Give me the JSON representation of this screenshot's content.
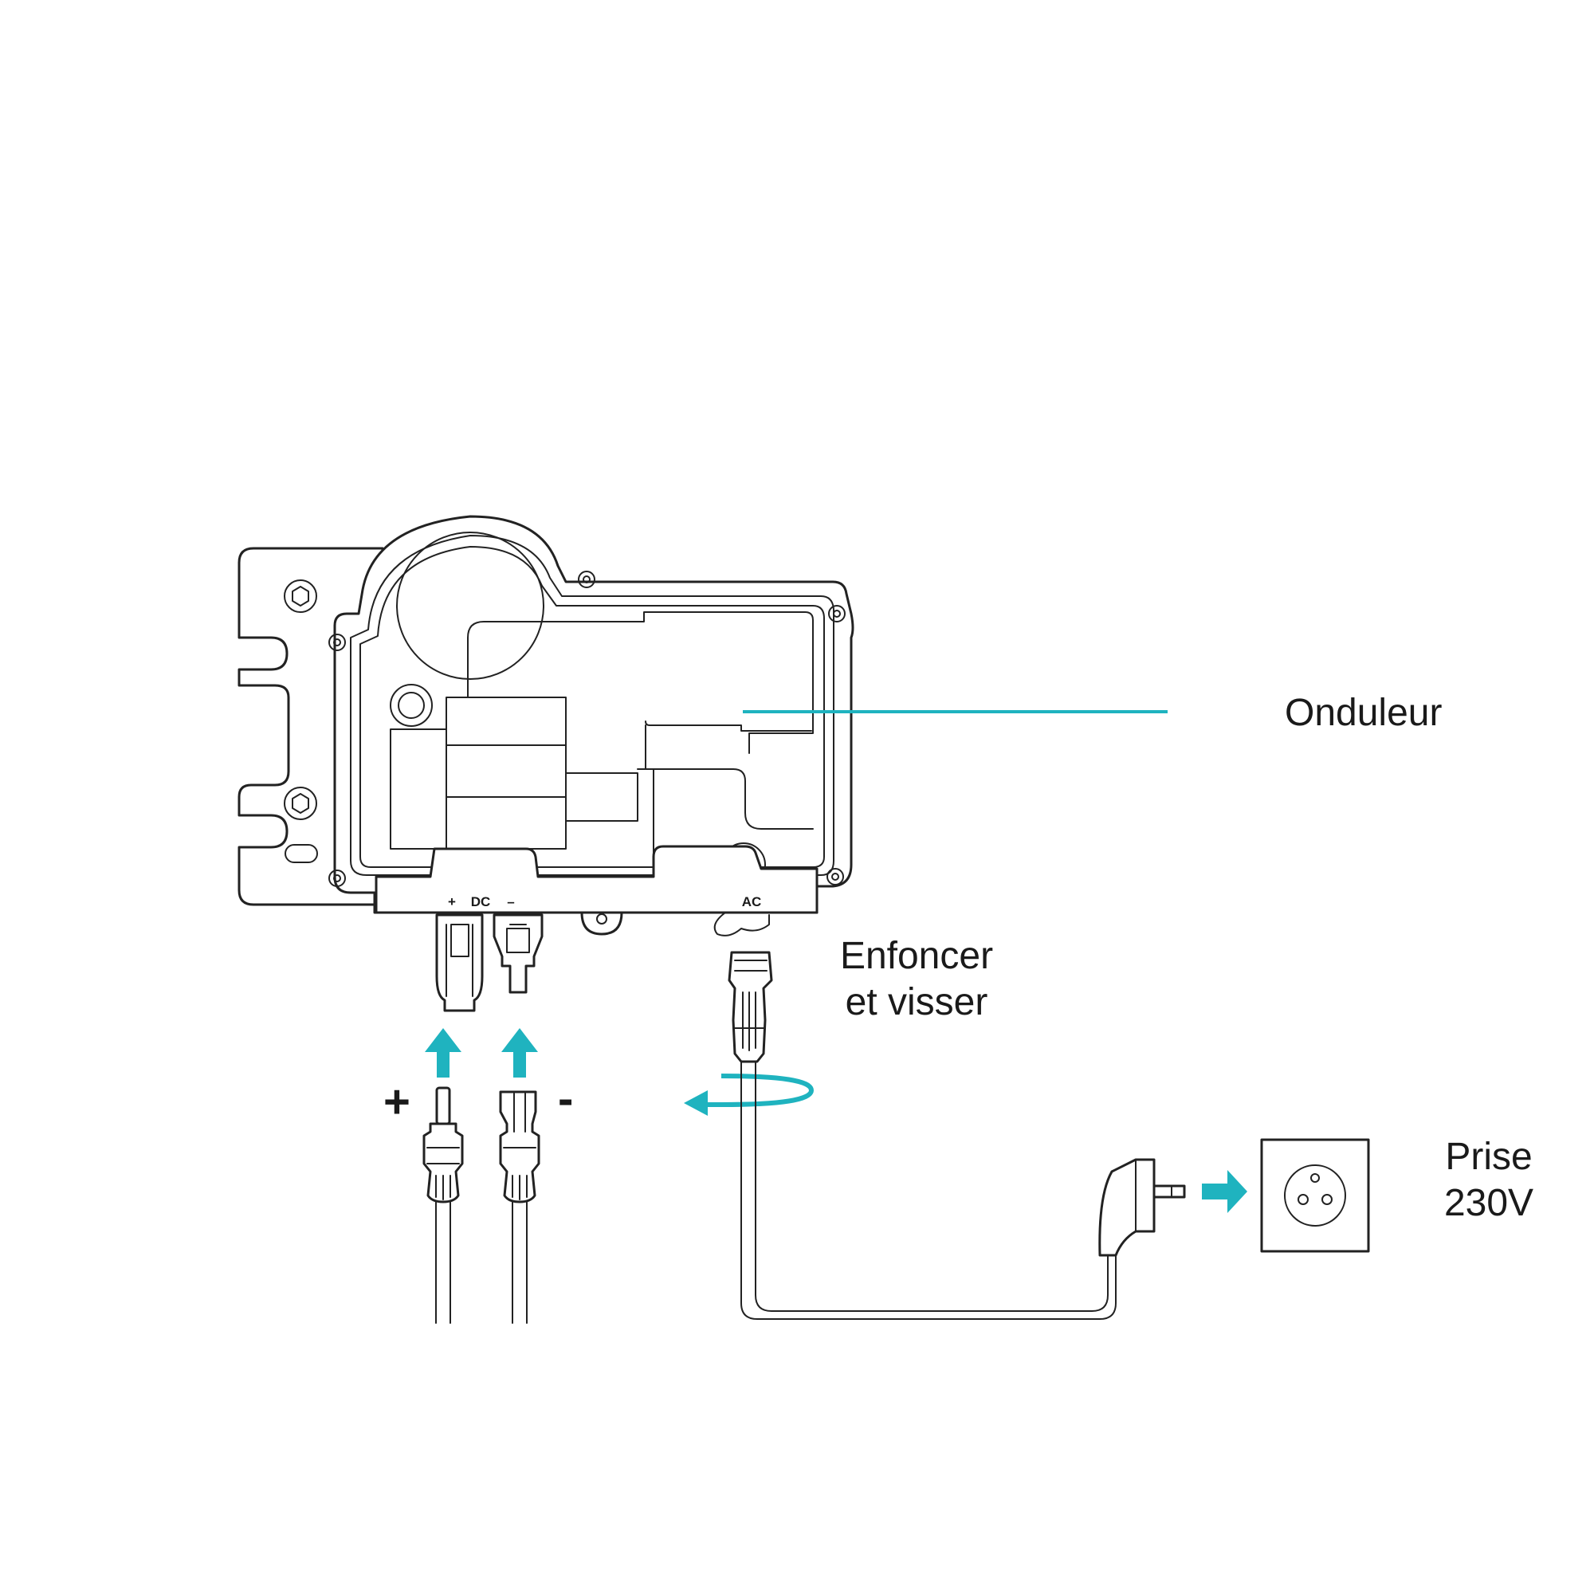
{
  "labels": {
    "inverter": "Onduleur",
    "push_screw_line1": "Enfoncer",
    "push_screw_line2": "et visser",
    "socket_line1": "Prise",
    "socket_line2": "230V",
    "plus_sign": "+",
    "minus_sign": "-",
    "dc_plus": "+",
    "dc": "DC",
    "dc_minus": "–",
    "ac": "AC"
  },
  "colors": {
    "accent": "#1fb3bf",
    "ink": "#222222",
    "background": "#ffffff"
  },
  "icons": [
    "inverter-device",
    "mc4-connector-plus",
    "mc4-connector-minus",
    "ac-connector",
    "rotate-arrow",
    "plug",
    "wall-socket"
  ]
}
